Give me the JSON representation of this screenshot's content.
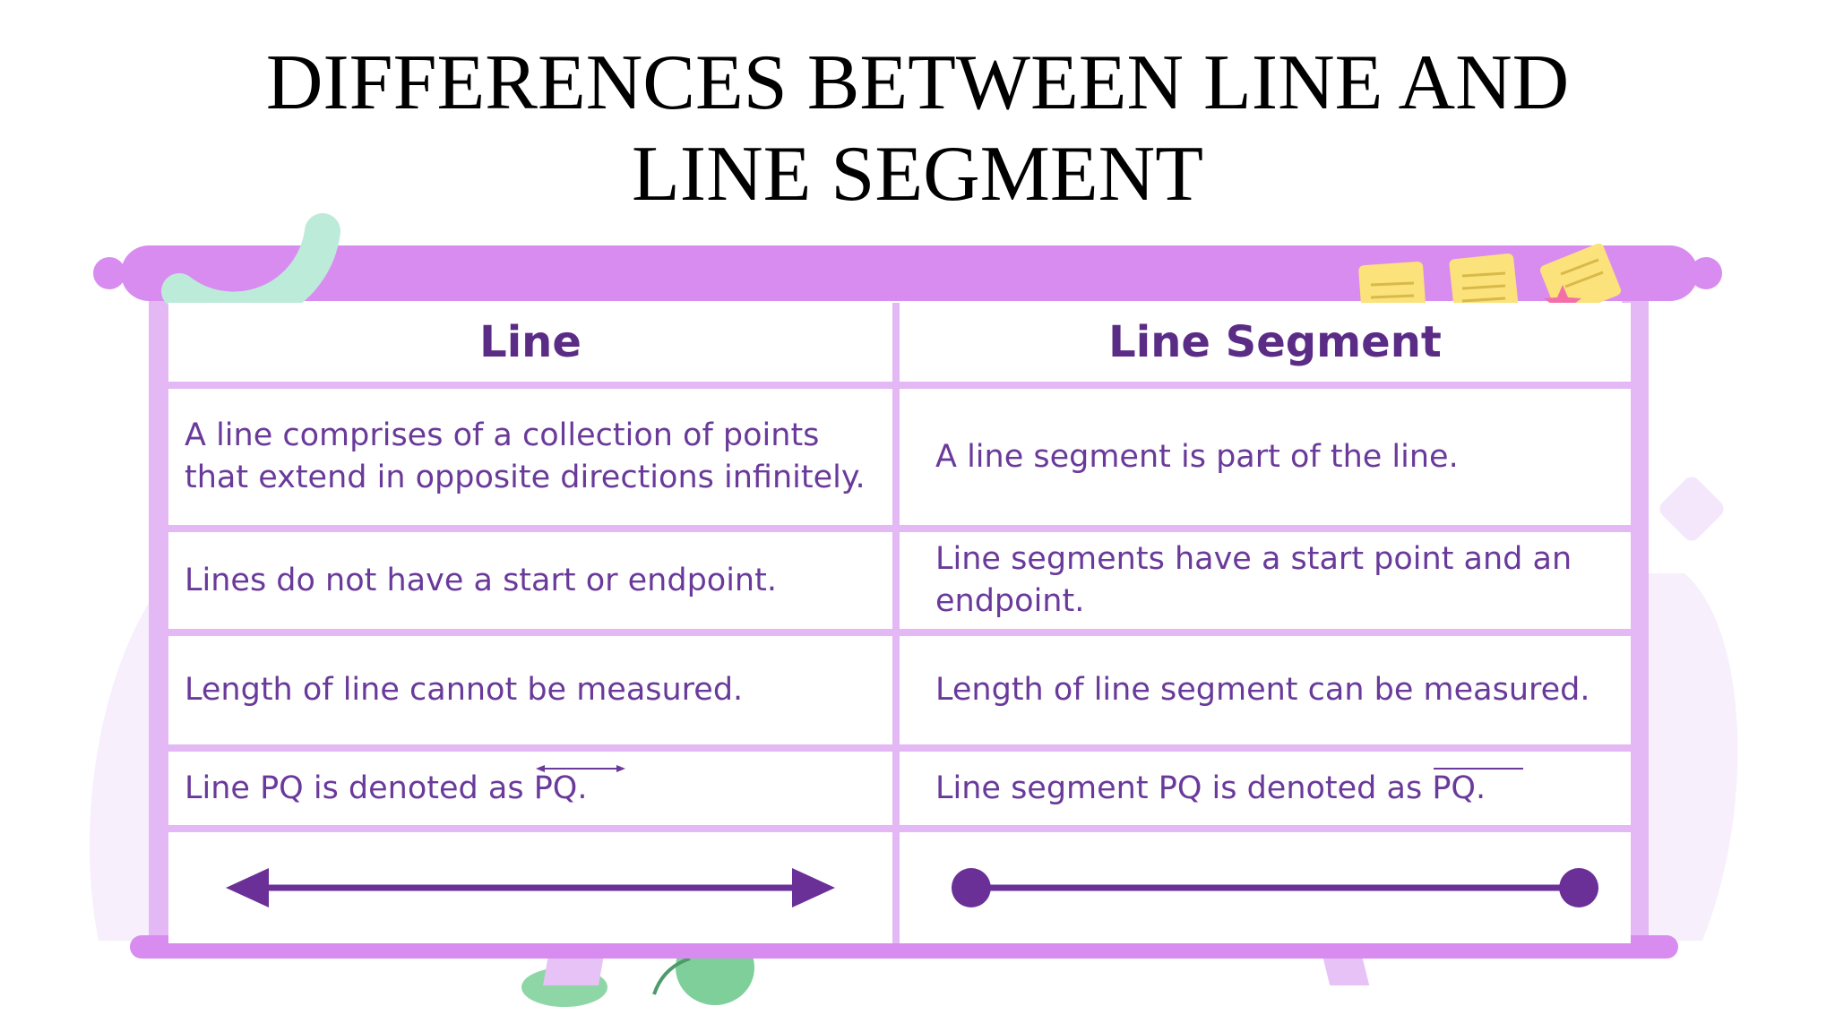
{
  "title": {
    "line1": "DIFFERENCES BETWEEN LINE AND",
    "line2": "LINE SEGMENT"
  },
  "table": {
    "headers": [
      "Line",
      "Line Segment"
    ],
    "rows": [
      [
        "A line comprises of a collection of points that extend in opposite directions infinitely.",
        "A line segment is part of the line."
      ],
      [
        "Lines do not have a start or endpoint.",
        "Line segments have a start point and an endpoint."
      ],
      [
        "Length of line cannot be measured.",
        "Length of line segment can be measured."
      ]
    ],
    "notation": {
      "line_prefix": "Line PQ is denoted as ",
      "line_symbol": "PQ",
      "line_suffix": ".",
      "segment_prefix": "Line segment PQ is denoted as ",
      "segment_symbol": "PQ",
      "segment_suffix": "."
    }
  },
  "colors": {
    "board_frame": "#d98cf0",
    "grid_line": "#e3b8f4",
    "text": "#6a3a9a",
    "header_text": "#5b2c86",
    "diagram_stroke": "#6b2f98",
    "sticky_note": "#fbe27a"
  },
  "icons": [
    "double-arrow-line-icon",
    "line-segment-endpoints-icon",
    "sticky-note-icon",
    "star-icon"
  ]
}
